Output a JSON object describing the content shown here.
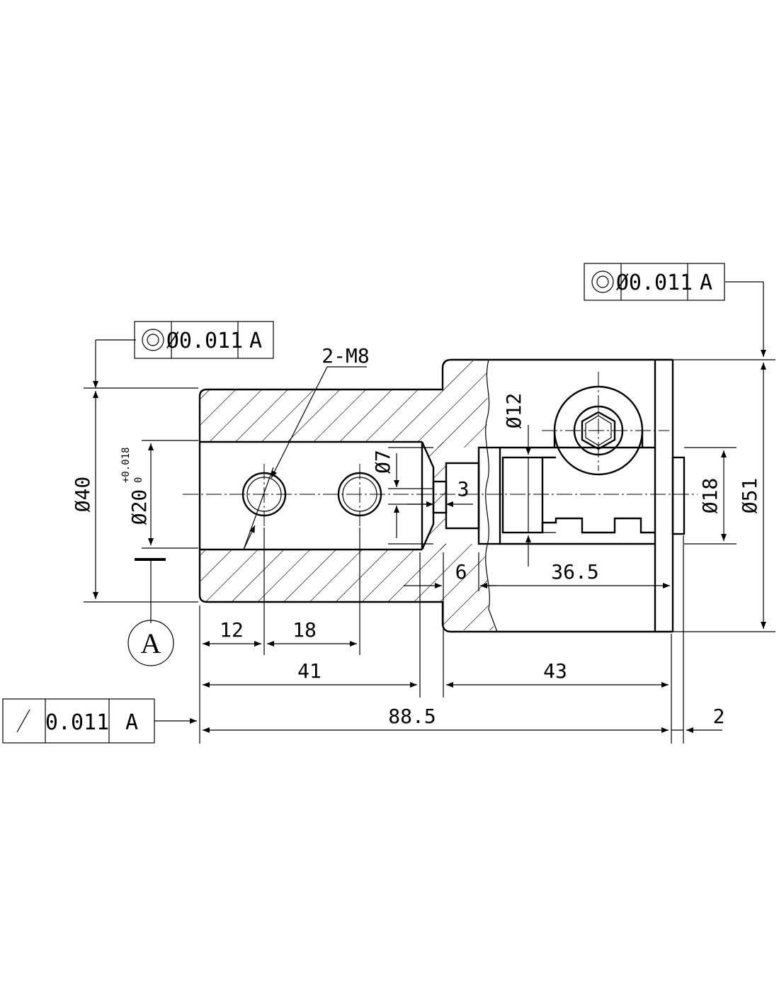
{
  "drawing": {
    "callouts": {
      "thread": "2-M8"
    },
    "dimensions": {
      "d40": "Ø40",
      "d20": "Ø20",
      "d20_tol_upper": "+0.018",
      "d20_tol_lower": "0",
      "d7": "Ø7",
      "d3": "3",
      "d12": "Ø12",
      "d18": "Ø18",
      "d51": "Ø51",
      "l6": "6",
      "l36_5": "36.5",
      "l12": "12",
      "l18": "18",
      "l41": "41",
      "l43": "43",
      "l88_5": "88.5",
      "l2": "2"
    },
    "datum": {
      "label": "A"
    },
    "tolerance_frames": [
      {
        "symbol": "concentricity-icon",
        "value": "Ø0.011",
        "datum": "A"
      },
      {
        "symbol": "concentricity-icon",
        "value": "Ø0.011",
        "datum": "A"
      },
      {
        "symbol": "runout-icon",
        "value": "0.011",
        "datum": "A"
      }
    ]
  }
}
